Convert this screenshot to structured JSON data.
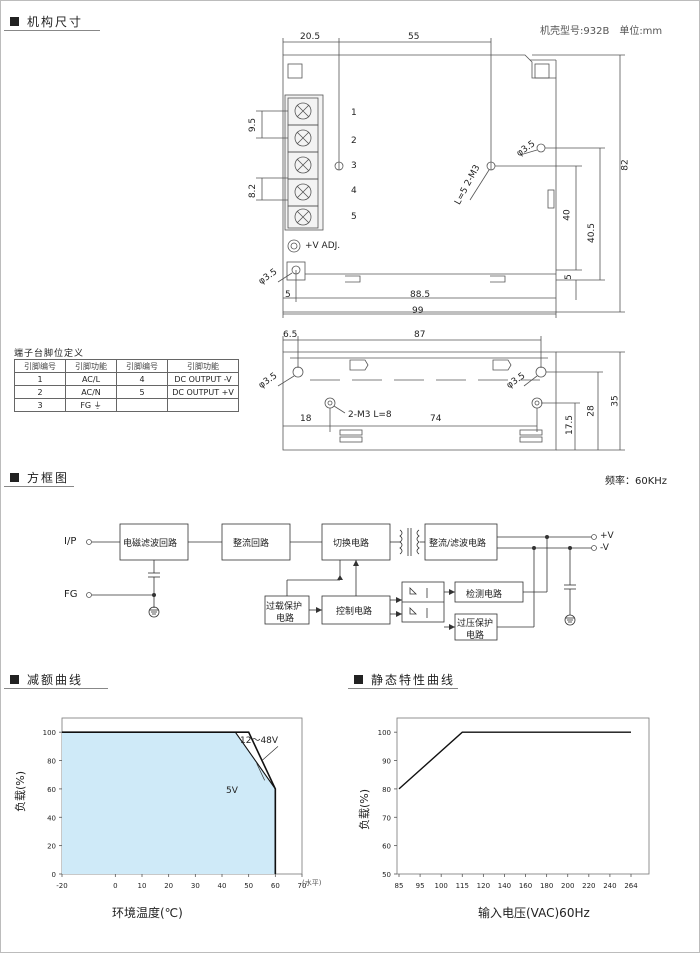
{
  "sections": {
    "dimensions": "机构尺寸",
    "block": "方框图",
    "derating": "减额曲线",
    "static": "静态特性曲线"
  },
  "case_info": "机壳型号:932B　单位:mm",
  "freq": "频率：60KHz",
  "dims": {
    "d20_5": "20.5",
    "d55": "55",
    "d9_5": "9.5",
    "d8_2": "8.2",
    "d82": "82",
    "d40": "40",
    "d40_5": "40.5",
    "d5a": "5",
    "d5b": "5",
    "d88_5": "88.5",
    "d99": "99",
    "d6_5": "6.5",
    "d87": "87",
    "d18": "18",
    "d74": "74",
    "d17_5": "17.5",
    "d28": "28",
    "d35": "35",
    "phi1": "φ3.5",
    "phi2": "φ3.5",
    "phi3": "φ3.5",
    "phi4": "φ3.5",
    "m3_side": "L=5  2-M3",
    "m3_bottom": "2-M3  L=8",
    "vadj": "+V ADJ.",
    "terminals": [
      "1",
      "2",
      "3",
      "4",
      "5"
    ]
  },
  "pin_table": {
    "title": "端子台脚位定义",
    "headers": [
      "引脚编号",
      "引脚功能",
      "引脚编号",
      "引脚功能"
    ],
    "rows": [
      [
        "1",
        "AC/L",
        "4",
        "DC OUTPUT -V"
      ],
      [
        "2",
        "AC/N",
        "5",
        "DC OUTPUT +V"
      ],
      [
        "3",
        "FG ⏚",
        "",
        ""
      ]
    ]
  },
  "block": {
    "ip": "I/P",
    "fg": "FG",
    "emi": "电磁滤波回路",
    "rect": "整流回路",
    "switch": "切换电路",
    "outrect": "整流/滤波电路",
    "vpos": "+V",
    "vneg": "-V",
    "ocp_l1": "过载保护",
    "ocp_l2": "电路",
    "ctrl": "控制电路",
    "detect": "检测电路",
    "ovp_l1": "过压保护",
    "ovp_l2": "电路"
  },
  "chart_data": [
    {
      "type": "line",
      "ylabel": "负载(%)",
      "xlabel": "环境温度(℃)",
      "x_unit": "(水平)",
      "x_ticks": [
        "-20",
        "0",
        "10",
        "20",
        "30",
        "40",
        "50",
        "60",
        "70"
      ],
      "y_ticks": [
        "0",
        "20",
        "40",
        "60",
        "80",
        "100"
      ],
      "xlim": [
        -20,
        70
      ],
      "ylim": [
        0,
        110
      ],
      "series": [
        {
          "name": "12～48V",
          "x": [
            -20,
            50,
            60,
            60
          ],
          "y": [
            100,
            100,
            60,
            0
          ]
        },
        {
          "name": "5V",
          "x": [
            -20,
            45,
            60,
            60
          ],
          "y": [
            100,
            100,
            60,
            0
          ]
        }
      ],
      "fill_color": "#cfeaf8"
    },
    {
      "type": "line",
      "ylabel": "负载(%)",
      "xlabel": "输入电压(VAC)60Hz",
      "x_ticks": [
        "85",
        "95",
        "100",
        "115",
        "120",
        "140",
        "160",
        "180",
        "200",
        "220",
        "240",
        "264"
      ],
      "y_ticks": [
        "50",
        "60",
        "70",
        "80",
        "90",
        "100"
      ],
      "ylim": [
        50,
        105
      ],
      "series": [
        {
          "x": [
            "85",
            "115",
            "264"
          ],
          "y": [
            80,
            100,
            100
          ]
        }
      ]
    }
  ]
}
